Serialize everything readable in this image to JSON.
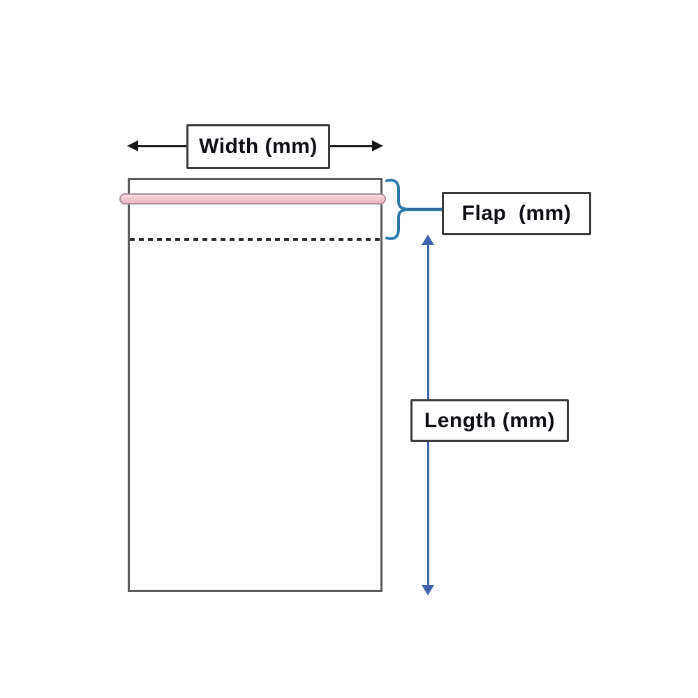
{
  "diagram": {
    "type": "bag-dimension-diagram",
    "labels": {
      "width": "Width (mm)",
      "flap": "Flap  (mm)",
      "length": "Length (mm)"
    },
    "colors": {
      "background": "#ffffff",
      "bag_border": "#5b5b5b",
      "label_box_border": "#3b3b3b",
      "label_text": "#0e0e14",
      "width_arrow": "#1a1a1a",
      "length_arrow": "#3f63ae",
      "flap_brace": "#2e78a8",
      "adhesive_strip_fill": "#f2c8d1",
      "adhesive_strip_border": "#b08f9e",
      "fold_dotted_line": "#2d2d2d"
    }
  }
}
